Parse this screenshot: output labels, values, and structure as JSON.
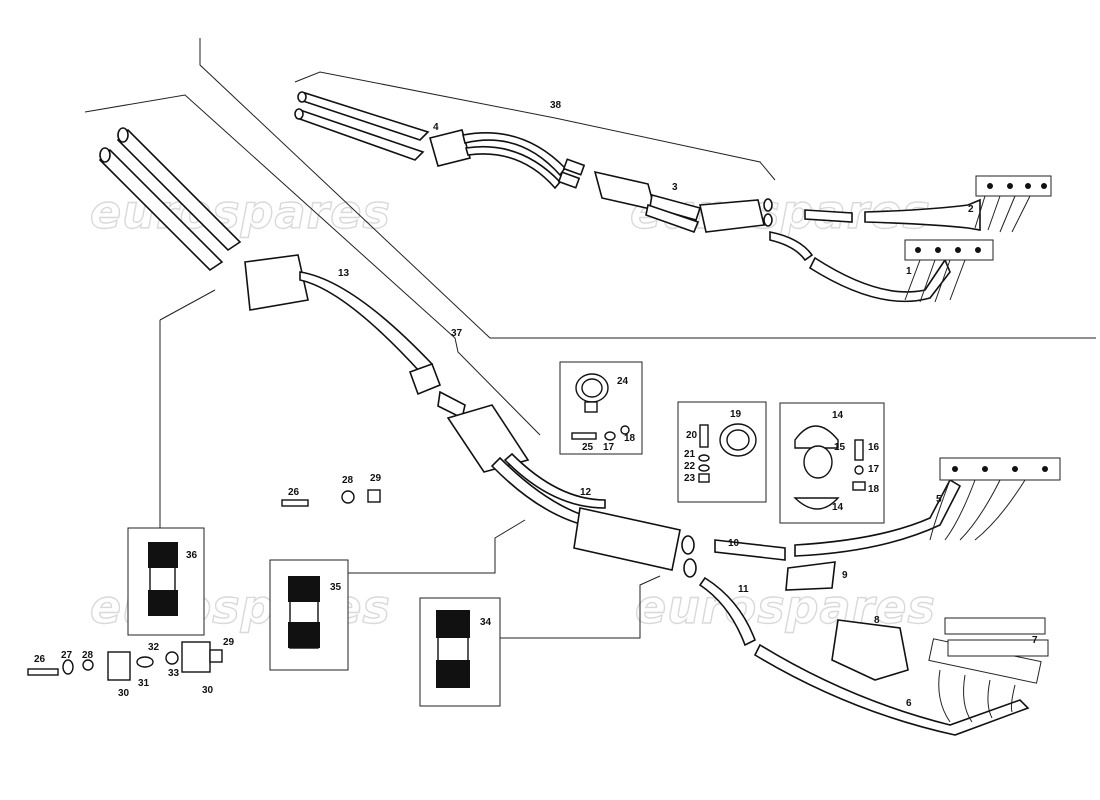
{
  "watermark": {
    "text": "eurospares"
  },
  "callouts": {
    "c1": "1",
    "c2": "2",
    "c3": "3",
    "c4": "4",
    "c5": "5",
    "c6": "6",
    "c7": "7",
    "c8": "8",
    "c9": "9",
    "c10": "10",
    "c11": "11",
    "c12": "12",
    "c13": "13",
    "c14a": "14",
    "c14b": "14",
    "c15": "15",
    "c16": "16",
    "c17a": "17",
    "c17b": "17",
    "c18a": "18",
    "c18b": "18",
    "c19": "19",
    "c20": "20",
    "c21": "21",
    "c22": "22",
    "c23": "23",
    "c24": "24",
    "c25": "25",
    "c26a": "26",
    "c26b": "26",
    "c27": "27",
    "c28a": "28",
    "c28b": "28",
    "c29a": "29",
    "c29b": "29",
    "c30a": "30",
    "c30b": "30",
    "c31": "31",
    "c32": "32",
    "c33": "33",
    "c34": "34",
    "c35": "35",
    "c36": "36",
    "c37": "37",
    "c38": "38"
  }
}
